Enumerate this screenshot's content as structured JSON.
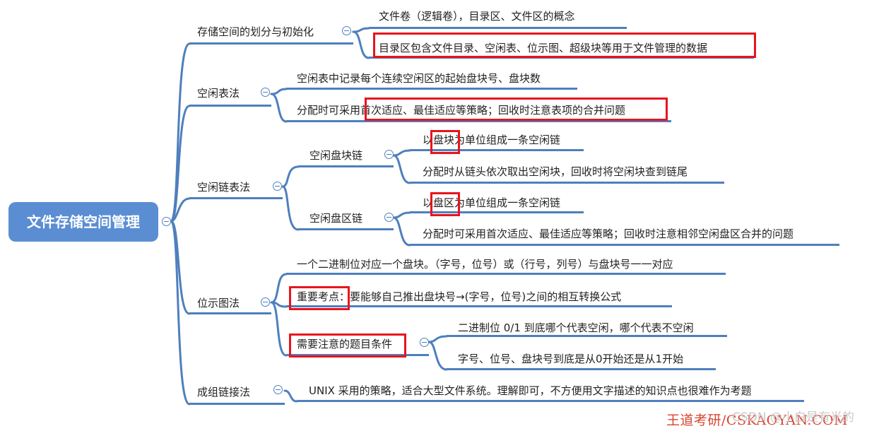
{
  "root": {
    "label": "文件存储空间管理"
  },
  "branches": [
    {
      "label": "存储空间的划分与初始化",
      "children": [
        "文件卷（逻辑卷），目录区、文件区的概念",
        "目录区包含文件目录、空闲表、位示图、超级块等用于文件管理的数据"
      ]
    },
    {
      "label": "空闲表法",
      "children": [
        "空闲表中记录每个连续空闲区的起始盘块号、盘块数",
        "分配时可采用首次适应、最佳适应等策略；回收时注意表项的合并问题"
      ]
    },
    {
      "label": "空闲链表法",
      "subs": [
        {
          "label": "空闲盘块链",
          "children": [
            "以盘块为单位组成一条空闲链",
            "分配时从链头依次取出空闲块，回收时将空闲块查到链尾"
          ]
        },
        {
          "label": "空闲盘区链",
          "children": [
            "以盘区为单位组成一条空闲链",
            "分配时可采用首次适应、最佳适应等策略；回收时注意相邻空闲盘区合并的问题"
          ]
        }
      ]
    },
    {
      "label": "位示图法",
      "children": [
        "一个二进制位对应一个盘块。（字号，位号）或（行号，列号）与盘块号一一对应",
        "重要考点：要能够自己推出盘块号→(字号，位号)之间的相互转换公式"
      ],
      "sub": {
        "label": "需要注意的题目条件",
        "children": [
          "二进制位 0/1 到底哪个代表空闲，哪个代表不空闲",
          "字号、位号、盘块号到底是从0开始还是从1开始"
        ]
      }
    },
    {
      "label": "成组链接法",
      "children": [
        "UNIX 采用的策略，适合大型文件系统。理解即可，不方便用文字描述的知识点也很难作为考题"
      ]
    }
  ],
  "watermark": {
    "site": "王道考研/CSKAOYAN.COM",
    "author": "CSDN @小白是有光的"
  },
  "colors": {
    "line": "#4f7fbd",
    "root_fill": "#5b8dd3",
    "highlight": "#e8141d"
  }
}
